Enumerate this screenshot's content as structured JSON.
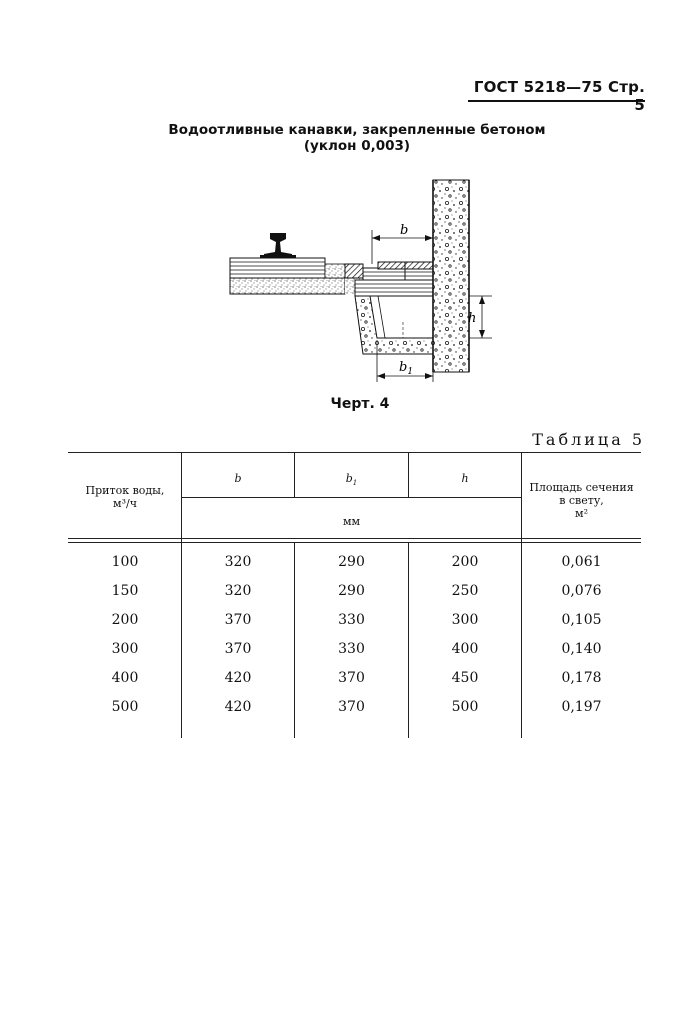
{
  "header": {
    "text": "ГОСТ 5218—75 Стр. 5"
  },
  "title": {
    "line1": "Водоотливные канавки, закрепленные бетоном",
    "line2": "(уклон 0,003)"
  },
  "drawing": {
    "dim_b": "b",
    "dim_b1_main": "b",
    "dim_b1_sub": "1",
    "dim_h": "h"
  },
  "caption": "Черт. 4",
  "table_label": "Таблица 5",
  "table": {
    "col_flow_line1": "Приток воды,",
    "col_flow_line2": "м³/ч",
    "col_b": "b",
    "col_b1_main": "b",
    "col_b1_sub": "1",
    "col_h": "h",
    "units": "мм",
    "col_area_line1": "Площадь сечения",
    "col_area_line2": "в свету,",
    "col_area_line3": "м²",
    "rows": [
      [
        "100",
        "320",
        "290",
        "200",
        "0,061"
      ],
      [
        "150",
        "320",
        "290",
        "250",
        "0,076"
      ],
      [
        "200",
        "370",
        "330",
        "300",
        "0,105"
      ],
      [
        "300",
        "370",
        "330",
        "400",
        "0,140"
      ],
      [
        "400",
        "420",
        "370",
        "450",
        "0,178"
      ],
      [
        "500",
        "420",
        "370",
        "500",
        "0,197"
      ]
    ]
  }
}
